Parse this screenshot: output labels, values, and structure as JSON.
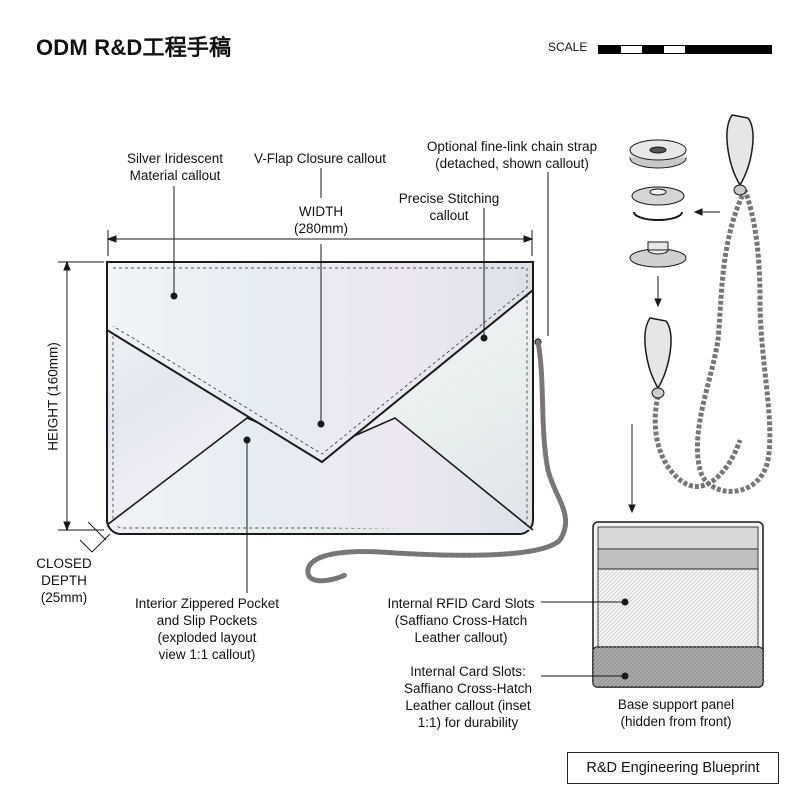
{
  "header": {
    "title": "ODM R&D工程手稿",
    "scale_label": "SCALE"
  },
  "callouts": {
    "material": "Silver Iridescent\nMaterial callout",
    "flap": "V-Flap Closure callout",
    "width": "WIDTH\n(280mm)",
    "stitching": "Precise Stitching\ncallout",
    "chain": "Optional fine-link chain strap\n(detached, shown callout)",
    "height": "HEIGHT (160mm)",
    "depth": "CLOSED\nDEPTH\n(25mm)",
    "pockets": "Interior Zippered Pocket\nand Slip Pockets\n(exploded layout\nview 1:1 callout)",
    "rfid": "Internal RFID Card Slots\n(Saffiano Cross-Hatch\nLeather callout)",
    "card_slots": "Internal Card Slots:\nSaffiano Cross-Hatch\nLeather callout (inset\n1:1) for durability",
    "base_panel": "Base support panel\n(hidden from front)"
  },
  "footer": {
    "stamp": "R&D Engineering Blueprint"
  },
  "colors": {
    "line": "#1a1a1a",
    "silver": "#e9ecef",
    "card_grey": "#9c9c9c"
  }
}
